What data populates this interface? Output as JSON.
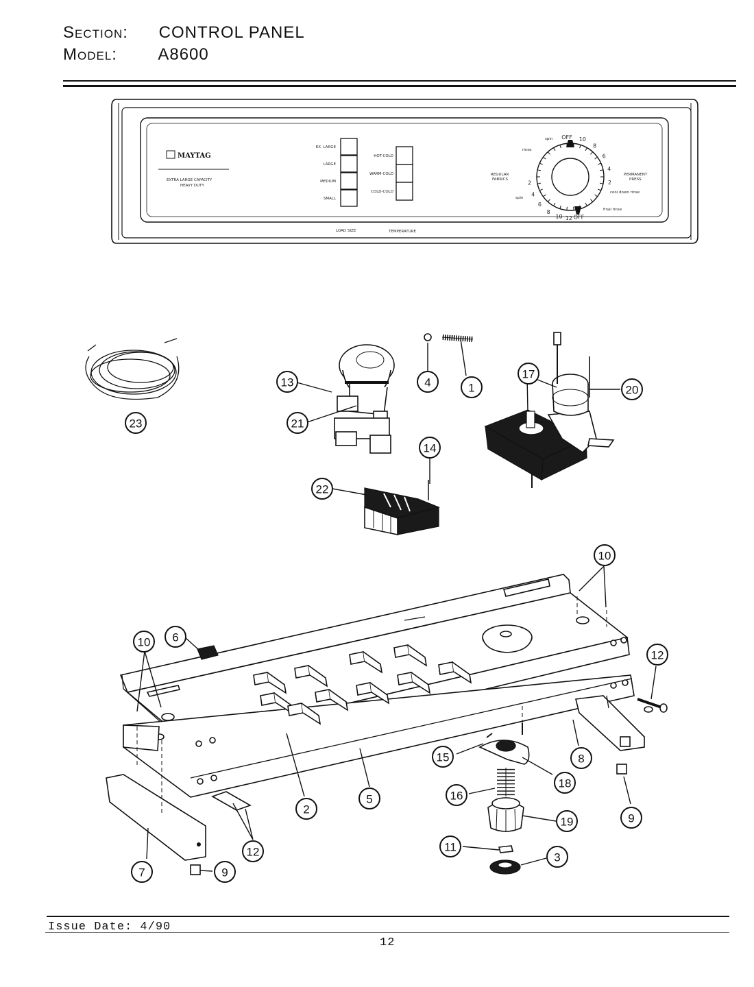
{
  "header": {
    "section_label": "Section:",
    "section_value": "CONTROL PANEL",
    "model_label": "Model:",
    "model_value": "A8600"
  },
  "panel": {
    "brand": "MAYTAG",
    "brand_sub_1": "EXTRA LARGE CAPACITY",
    "brand_sub_2": "HEAVY DUTY",
    "load_sizes": [
      "EX. LARGE",
      "LARGE",
      "MEDIUM",
      "SMALL"
    ],
    "temperatures": [
      "HOT-COLD",
      "WARM-COLD",
      "COLD-COLD"
    ],
    "load_size_caption": "LOAD SIZE",
    "temperature_caption": "TEMPERATURE",
    "dial_left_label_1": "REGULAR",
    "dial_left_label_2": "FABRICS",
    "dial_right_label_1": "PERMANENT",
    "dial_right_label_2": "PRESS",
    "dial_marks_top": [
      "OFF",
      "10",
      "8",
      "6",
      "4",
      "2"
    ],
    "dial_marks_bottom": [
      "2",
      "4",
      "6",
      "8",
      "10",
      "12",
      "OFF"
    ],
    "dial_words": [
      "spin",
      "rinse",
      "spin",
      "cool down rinse",
      "final rinse"
    ]
  },
  "callouts": [
    "1",
    "2",
    "3",
    "4",
    "5",
    "6",
    "7",
    "8",
    "9",
    "9",
    "10",
    "10",
    "11",
    "12",
    "12",
    "13",
    "14",
    "15",
    "16",
    "17",
    "18",
    "19",
    "20",
    "21",
    "22",
    "23"
  ],
  "footer": {
    "issue_date": "Issue Date: 4/90",
    "page_number": "12"
  }
}
